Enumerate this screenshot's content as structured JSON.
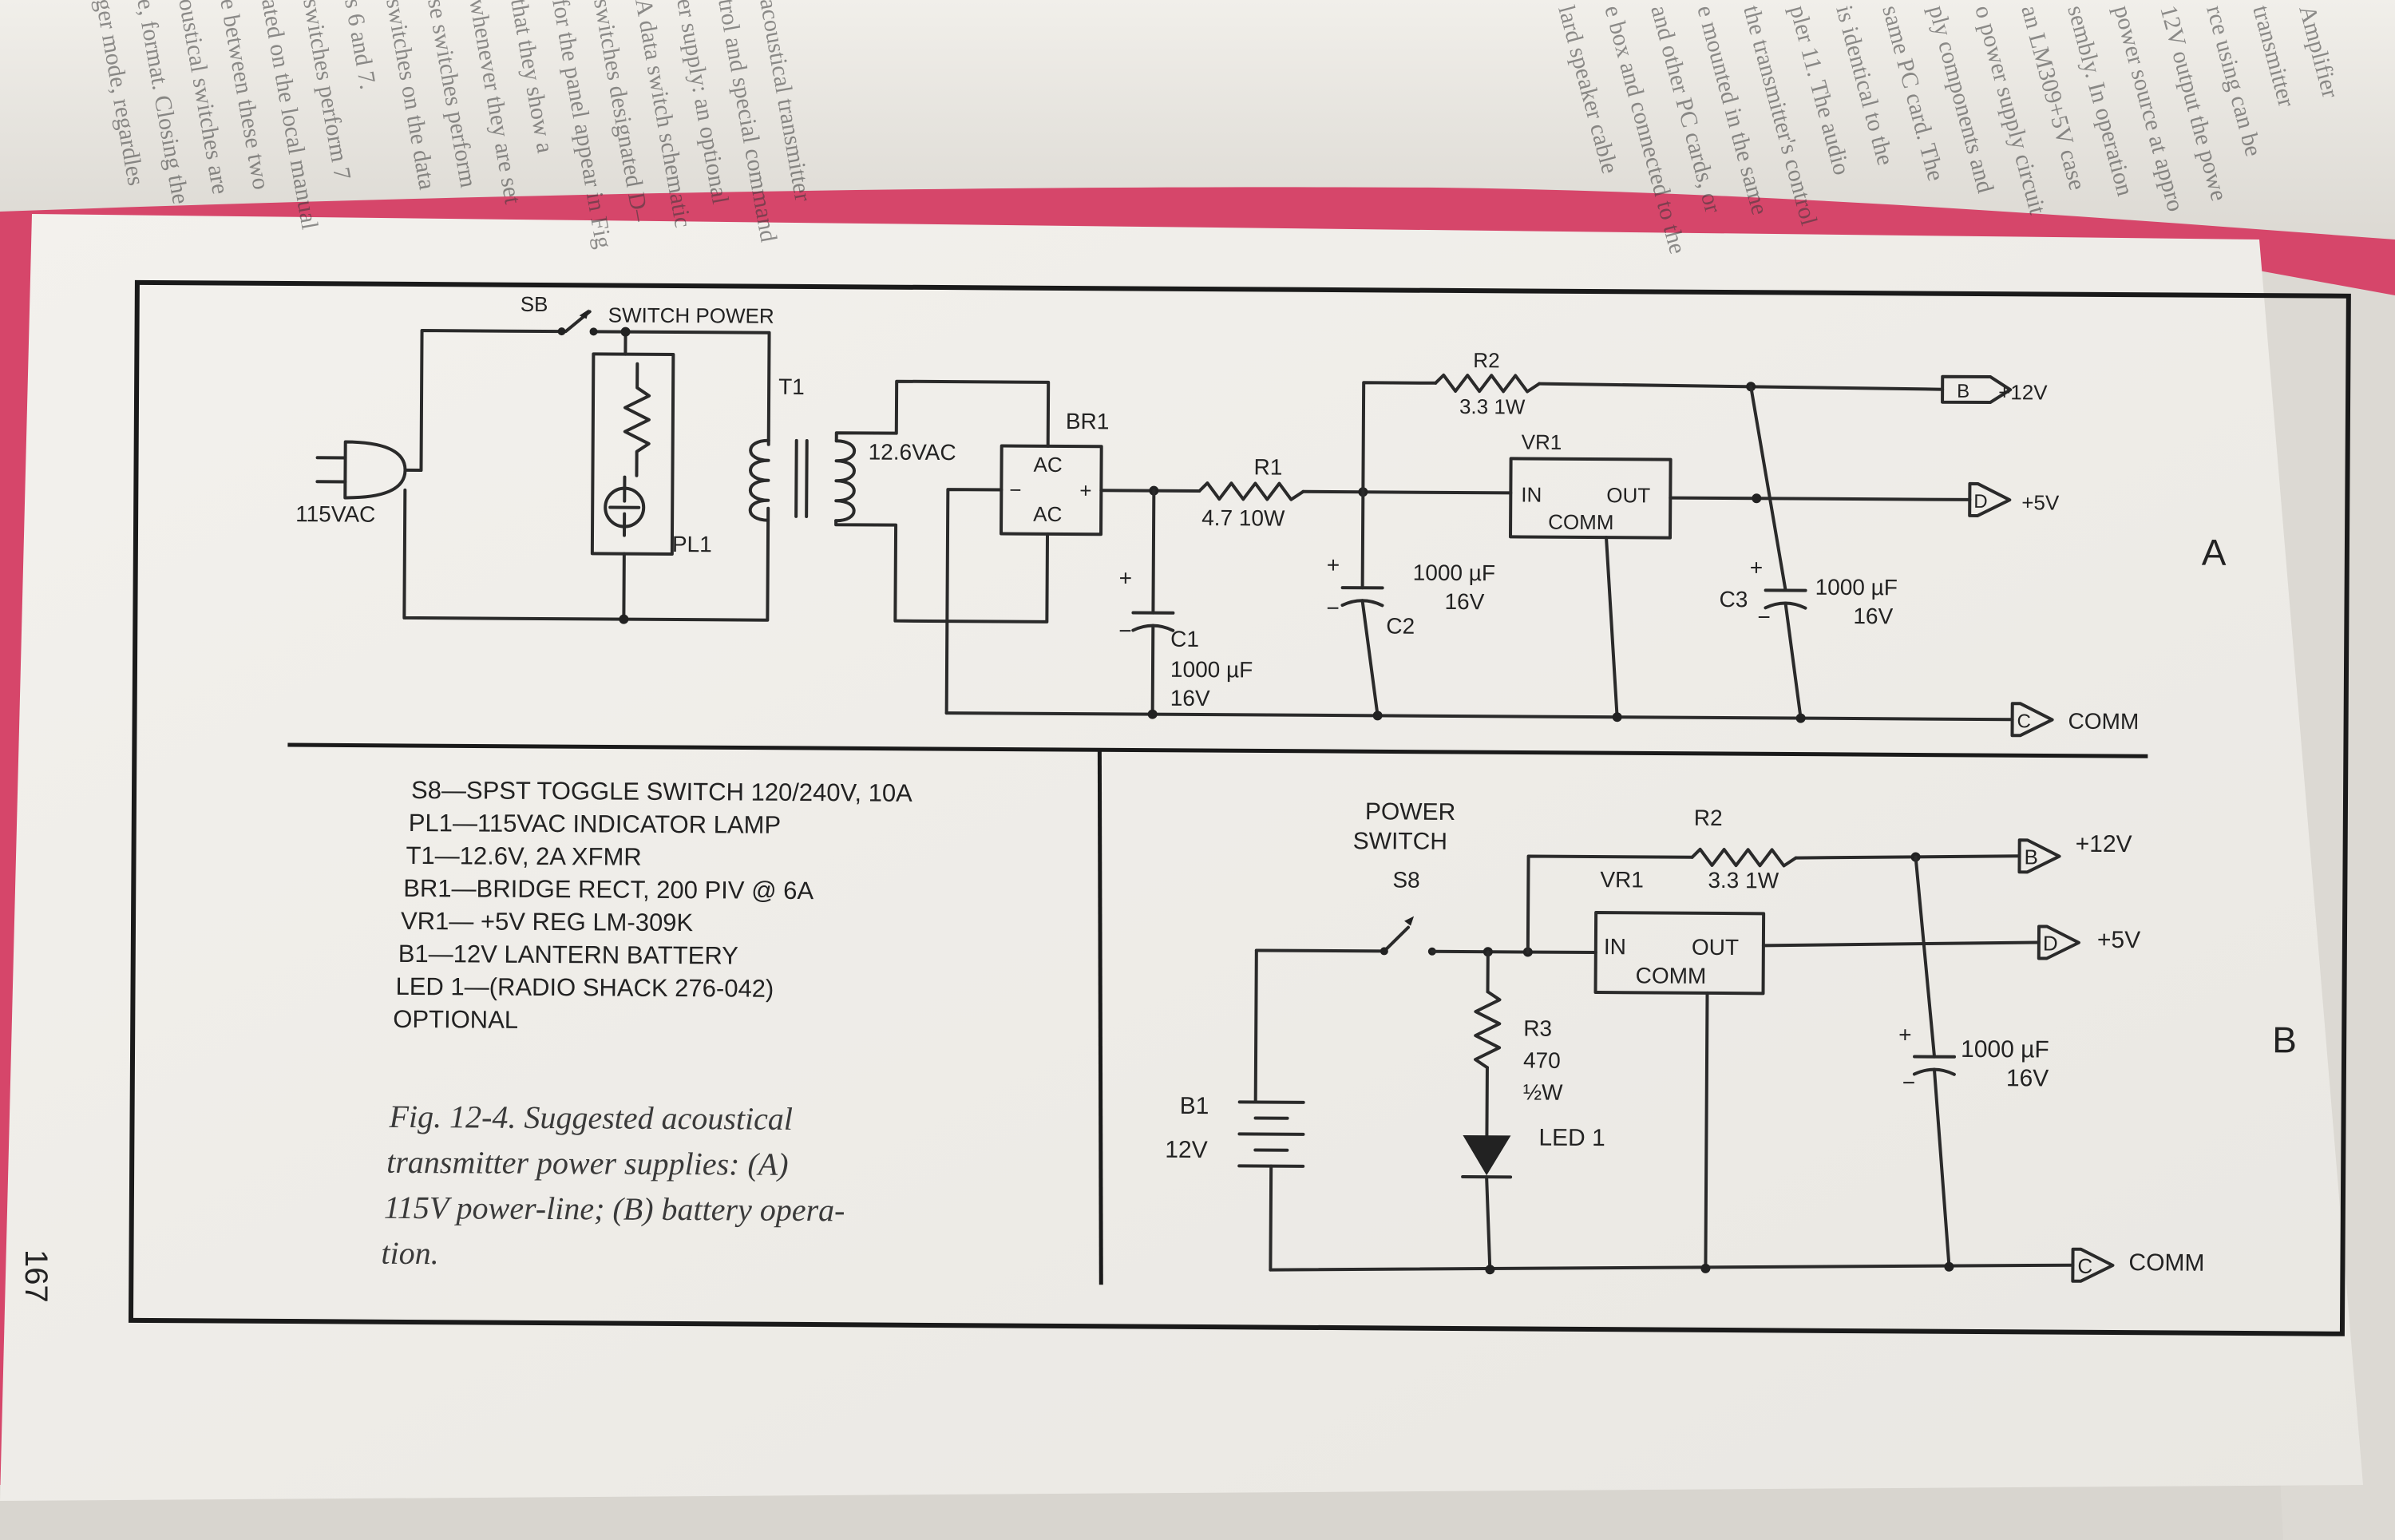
{
  "page": {
    "page_number": "167",
    "panel_a_label": "A",
    "panel_b_label": "B"
  },
  "background_text": {
    "left_lines": [
      "ger mode, regardles",
      "e, format. Closing the",
      "oustical switches are",
      "e between these two",
      "ated on the local manual",
      "switches perform 7",
      "s 6 and 7.",
      "switches on the data",
      "se switches perform",
      "whenever they are set",
      "that they show a",
      "for the panel appear in Fig",
      "switches designated D–",
      "A data switch schematic",
      "er supply: an optional",
      "trol and special command",
      "acoustical transmitter"
    ],
    "right_lines": [
      "Amplifier",
      "transmitter",
      "rce using can be",
      "12V output the powe",
      "power source at appro",
      "sembly. In operation",
      "an LM309+5V case",
      "o power supply circuit",
      "ply components and",
      "same PC card. The",
      "is identical to the",
      "pler 11. The audio",
      "the transmitter's control",
      "e mounted in the same",
      "and other PC cards, or",
      "e box and connected to the",
      "lard speaker cable"
    ]
  },
  "circuit_a": {
    "switch_label": "SB",
    "switch_caption": "SWITCH POWER",
    "plug_label": "115VAC",
    "lamp_label": "PL1",
    "transformer_label": "T1",
    "secondary_voltage": "12.6VAC",
    "bridge_label": "BR1",
    "bridge_ac_top": "AC",
    "bridge_ac_bottom": "AC",
    "bridge_plus": "+",
    "bridge_minus": "−",
    "r1_label": "R1",
    "r1_value": "4.7  10W",
    "r2_label": "R2",
    "r2_value": "3.3  1W",
    "vr1_label": "VR1",
    "vr1_in": "IN",
    "vr1_out": "OUT",
    "vr1_comm": "COMM",
    "c1_label": "C1",
    "c1_value1": "1000  µF",
    "c1_value2": "16V",
    "c2_label": "C2",
    "c2_value1": "1000  µF",
    "c2_value2": "16V",
    "c3_label": "C3",
    "c3_value1": "1000  µF",
    "c3_value2": "16V",
    "plus": "+",
    "minus": "−",
    "out_b_letter": "B",
    "out_b_text": "+12V",
    "out_d_letter": "D",
    "out_d_text": "+5V",
    "out_c_letter": "C",
    "out_c_text": "COMM"
  },
  "parts_list": [
    "S8—SPST TOGGLE SWITCH 120/240V, 10A",
    "PL1—115VAC INDICATOR LAMP",
    "T1—12.6V, 2A XFMR",
    "BR1—BRIDGE RECT, 200 PIV @ 6A",
    "VR1— +5V REG  LM-309K",
    "B1—12V LANTERN BATTERY",
    "LED 1—(RADIO SHACK 276-042)",
    "OPTIONAL"
  ],
  "caption": [
    "Fig.  12-4.  Suggested  acoustical",
    "transmitter  power  supplies:  (A)",
    "115V power-line; (B) battery opera-",
    "tion."
  ],
  "circuit_b": {
    "switch_caption_1": "POWER",
    "switch_caption_2": "SWITCH",
    "switch_label": "S8",
    "battery_label": "B1",
    "battery_value": "12V",
    "r2_label": "R2",
    "r2_value": "3.3  1W",
    "vr1_label": "VR1",
    "vr1_in": "IN",
    "vr1_out": "OUT",
    "vr1_comm": "COMM",
    "r3_label": "R3",
    "r3_value1": "470",
    "r3_value2": "½W",
    "led_label": "LED 1",
    "cap_value1": "1000  µF",
    "cap_value2": "16V",
    "cap_plus": "+",
    "cap_minus": "−",
    "out_b_letter": "B",
    "out_b_text": "+12V",
    "out_d_letter": "D",
    "out_d_text": "+5V",
    "out_c_letter": "C",
    "out_c_text": "COMM"
  }
}
